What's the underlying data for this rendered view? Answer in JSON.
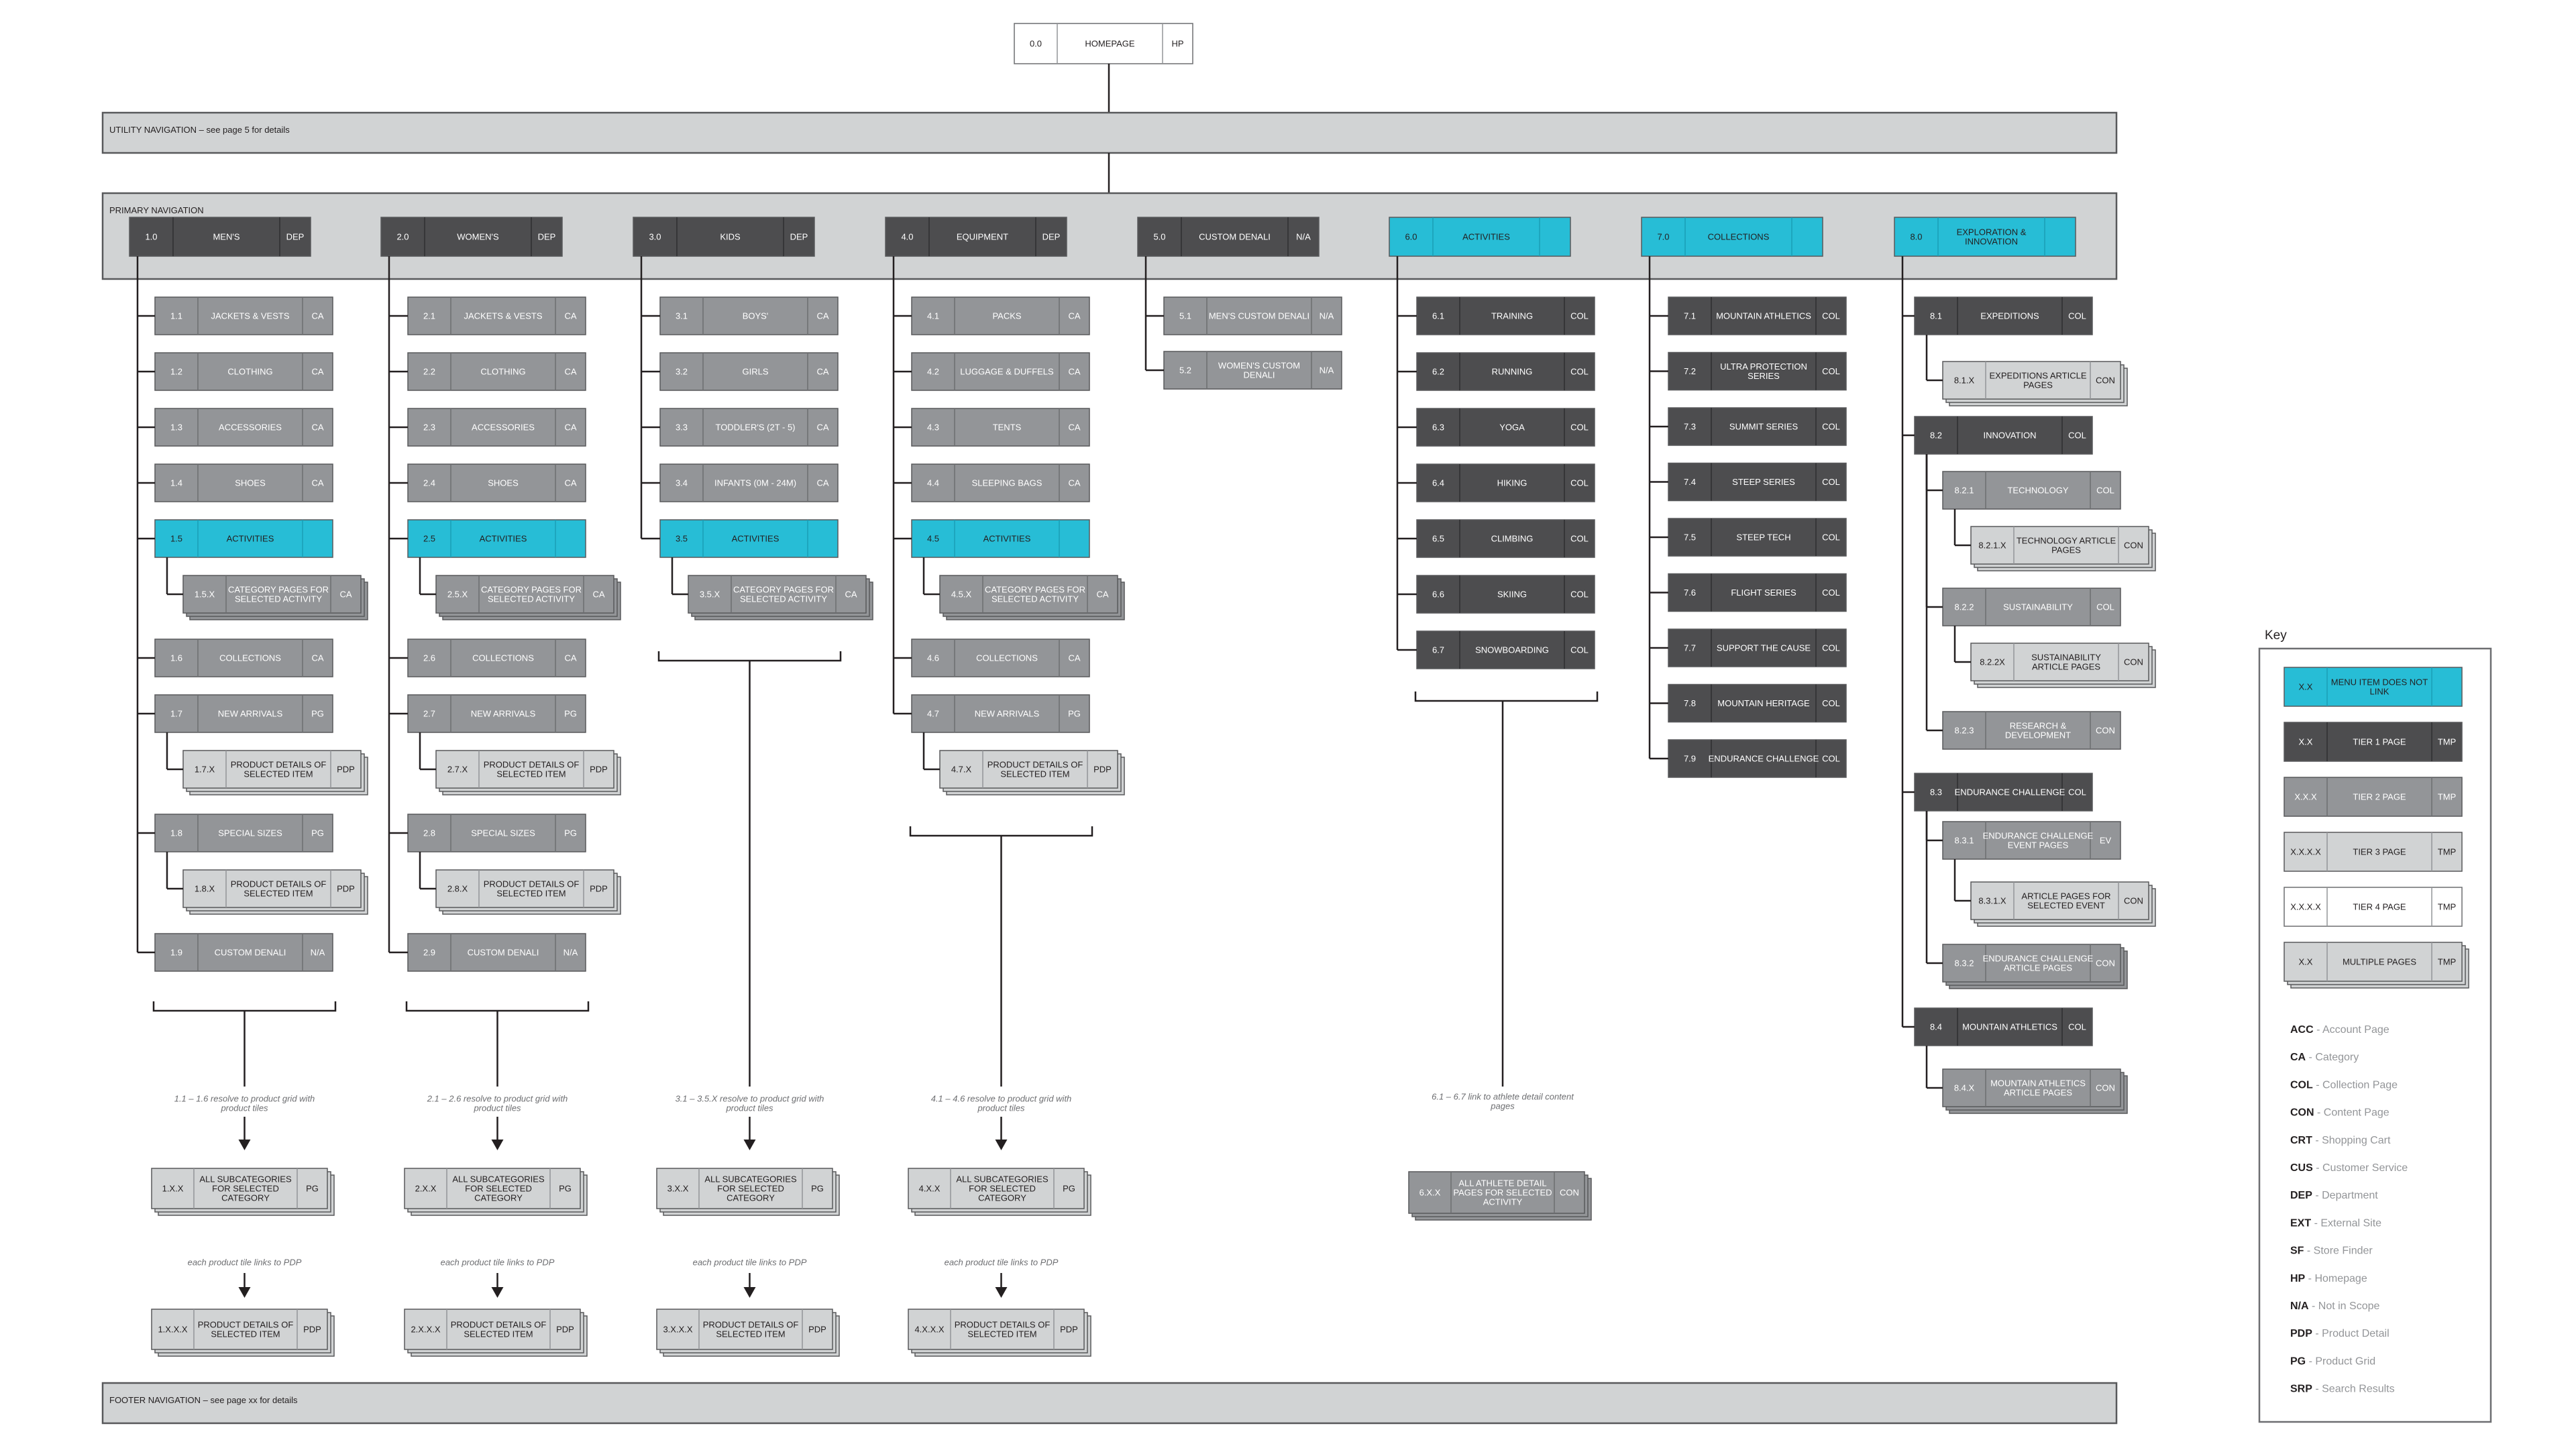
{
  "homepage": {
    "num": "0.0",
    "label": "HOMEPAGE",
    "type": "HP"
  },
  "utility_nav": {
    "label": "UTILITY NAVIGATION – see page 5 for details"
  },
  "primary_nav": {
    "label": "PRIMARY NAVIGATION"
  },
  "footer_nav": {
    "label": "FOOTER NAVIGATION – see page xx for details"
  },
  "colors": {
    "dark": "#4d4d4f",
    "mid": "#939598",
    "light": "#d1d3d4",
    "cyan": "#27bdd6",
    "band": "#d1d3d4",
    "line": "#231f20",
    "white": "#ffffff"
  },
  "departments": [
    {
      "num": "1.0",
      "label": "MEN'S",
      "type": "DEP",
      "style": "dark",
      "children": [
        {
          "num": "1.1",
          "label": "JACKETS & VESTS",
          "type": "CA",
          "style": "mid"
        },
        {
          "num": "1.2",
          "label": "CLOTHING",
          "type": "CA",
          "style": "mid"
        },
        {
          "num": "1.3",
          "label": "ACCESSORIES",
          "type": "CA",
          "style": "mid"
        },
        {
          "num": "1.4",
          "label": "SHOES",
          "type": "CA",
          "style": "mid"
        },
        {
          "num": "1.5",
          "label": "ACTIVITIES",
          "type": "",
          "style": "cyan"
        },
        {
          "num": "1.5.X",
          "label": "CATEGORY PAGES FOR SELECTED ACTIVITY",
          "type": "CA",
          "style": "mid",
          "level": 2,
          "stack": true
        },
        {
          "num": "1.6",
          "label": "COLLECTIONS",
          "type": "CA",
          "style": "mid"
        },
        {
          "num": "1.7",
          "label": "NEW ARRIVALS",
          "type": "PG",
          "style": "mid"
        },
        {
          "num": "1.7.X",
          "label": "PRODUCT DETAILS OF SELECTED ITEM",
          "type": "PDP",
          "style": "light",
          "level": 2,
          "stack": true
        },
        {
          "num": "1.8",
          "label": "SPECIAL SIZES",
          "type": "PG",
          "style": "mid"
        },
        {
          "num": "1.8.X",
          "label": "PRODUCT DETAILS OF SELECTED ITEM",
          "type": "PDP",
          "style": "light",
          "level": 2,
          "stack": true
        },
        {
          "num": "1.9",
          "label": "CUSTOM DENALI",
          "type": "N/A",
          "style": "mid"
        }
      ],
      "note": "1.1 – 1.6 resolve to product grid with product tiles",
      "grid": {
        "num": "1.X.X",
        "label": "ALL SUBCATEGORIES FOR SELECTED CATEGORY",
        "type": "PG"
      },
      "grid_note": "each product tile links to PDP",
      "pdp": {
        "num": "1.X.X.X",
        "label": "PRODUCT DETAILS OF SELECTED ITEM",
        "type": "PDP"
      }
    },
    {
      "num": "2.0",
      "label": "WOMEN'S",
      "type": "DEP",
      "style": "dark",
      "children": [
        {
          "num": "2.1",
          "label": "JACKETS & VESTS",
          "type": "CA",
          "style": "mid"
        },
        {
          "num": "2.2",
          "label": "CLOTHING",
          "type": "CA",
          "style": "mid"
        },
        {
          "num": "2.3",
          "label": "ACCESSORIES",
          "type": "CA",
          "style": "mid"
        },
        {
          "num": "2.4",
          "label": "SHOES",
          "type": "CA",
          "style": "mid"
        },
        {
          "num": "2.5",
          "label": "ACTIVITIES",
          "type": "",
          "style": "cyan"
        },
        {
          "num": "2.5.X",
          "label": "CATEGORY PAGES FOR SELECTED ACTIVITY",
          "type": "CA",
          "style": "mid",
          "level": 2,
          "stack": true
        },
        {
          "num": "2.6",
          "label": "COLLECTIONS",
          "type": "CA",
          "style": "mid"
        },
        {
          "num": "2.7",
          "label": "NEW ARRIVALS",
          "type": "PG",
          "style": "mid"
        },
        {
          "num": "2.7.X",
          "label": "PRODUCT DETAILS OF SELECTED ITEM",
          "type": "PDP",
          "style": "light",
          "level": 2,
          "stack": true
        },
        {
          "num": "2.8",
          "label": "SPECIAL SIZES",
          "type": "PG",
          "style": "mid"
        },
        {
          "num": "2.8.X",
          "label": "PRODUCT DETAILS OF SELECTED ITEM",
          "type": "PDP",
          "style": "light",
          "level": 2,
          "stack": true
        },
        {
          "num": "2.9",
          "label": "CUSTOM DENALI",
          "type": "N/A",
          "style": "mid"
        }
      ],
      "note": "2.1 – 2.6 resolve to product grid with product tiles",
      "grid": {
        "num": "2.X.X",
        "label": "ALL SUBCATEGORIES FOR SELECTED CATEGORY",
        "type": "PG"
      },
      "grid_note": "each product tile links to PDP",
      "pdp": {
        "num": "2.X.X.X",
        "label": "PRODUCT DETAILS OF SELECTED ITEM",
        "type": "PDP"
      }
    },
    {
      "num": "3.0",
      "label": "KIDS",
      "type": "DEP",
      "style": "dark",
      "children": [
        {
          "num": "3.1",
          "label": "BOYS'",
          "type": "CA",
          "style": "mid"
        },
        {
          "num": "3.2",
          "label": "GIRLS",
          "type": "CA",
          "style": "mid"
        },
        {
          "num": "3.3",
          "label": "TODDLER'S (2T - 5)",
          "type": "CA",
          "style": "mid"
        },
        {
          "num": "3.4",
          "label": "INFANTS (0M - 24M)",
          "type": "CA",
          "style": "mid"
        },
        {
          "num": "3.5",
          "label": "ACTIVITIES",
          "type": "",
          "style": "cyan"
        },
        {
          "num": "3.5.X",
          "label": "CATEGORY PAGES FOR SELECTED ACTIVITY",
          "type": "CA",
          "style": "mid",
          "level": 2,
          "stack": true
        }
      ],
      "note": "3.1 – 3.5.X resolve to product grid with product tiles",
      "grid": {
        "num": "3.X.X",
        "label": "ALL SUBCATEGORIES FOR SELECTED CATEGORY",
        "type": "PG"
      },
      "grid_note": "each product tile links to PDP",
      "pdp": {
        "num": "3.X.X.X",
        "label": "PRODUCT DETAILS OF SELECTED ITEM",
        "type": "PDP"
      }
    },
    {
      "num": "4.0",
      "label": "EQUIPMENT",
      "type": "DEP",
      "style": "dark",
      "children": [
        {
          "num": "4.1",
          "label": "PACKS",
          "type": "CA",
          "style": "mid"
        },
        {
          "num": "4.2",
          "label": "LUGGAGE & DUFFELS",
          "type": "CA",
          "style": "mid"
        },
        {
          "num": "4.3",
          "label": "TENTS",
          "type": "CA",
          "style": "mid"
        },
        {
          "num": "4.4",
          "label": "SLEEPING BAGS",
          "type": "CA",
          "style": "mid"
        },
        {
          "num": "4.5",
          "label": "ACTIVITIES",
          "type": "",
          "style": "cyan"
        },
        {
          "num": "4.5.X",
          "label": "CATEGORY PAGES FOR SELECTED ACTIVITY",
          "type": "CA",
          "style": "mid",
          "level": 2,
          "stack": true
        },
        {
          "num": "4.6",
          "label": "COLLECTIONS",
          "type": "CA",
          "style": "mid"
        },
        {
          "num": "4.7",
          "label": "NEW ARRIVALS",
          "type": "PG",
          "style": "mid"
        },
        {
          "num": "4.7.X",
          "label": "PRODUCT DETAILS OF SELECTED ITEM",
          "type": "PDP",
          "style": "light",
          "level": 2,
          "stack": true
        }
      ],
      "note": "4.1 – 4.6 resolve to product grid with product tiles",
      "grid": {
        "num": "4.X.X",
        "label": "ALL SUBCATEGORIES FOR SELECTED CATEGORY",
        "type": "PG"
      },
      "grid_note": "each product tile links to PDP",
      "pdp": {
        "num": "4.X.X.X",
        "label": "PRODUCT DETAILS OF SELECTED ITEM",
        "type": "PDP"
      }
    },
    {
      "num": "5.0",
      "label": "CUSTOM DENALI",
      "type": "N/A",
      "style": "dark",
      "children": [
        {
          "num": "5.1",
          "label": "MEN'S CUSTOM DENALI",
          "type": "N/A",
          "style": "mid"
        },
        {
          "num": "5.2",
          "label": "WOMEN'S CUSTOM DENALI",
          "type": "N/A",
          "style": "mid"
        }
      ]
    },
    {
      "num": "6.0",
      "label": "ACTIVITIES",
      "type": "",
      "style": "cyan",
      "children": [
        {
          "num": "6.1",
          "label": "TRAINING",
          "type": "COL",
          "style": "dark"
        },
        {
          "num": "6.2",
          "label": "RUNNING",
          "type": "COL",
          "style": "dark"
        },
        {
          "num": "6.3",
          "label": "YOGA",
          "type": "COL",
          "style": "dark"
        },
        {
          "num": "6.4",
          "label": "HIKING",
          "type": "COL",
          "style": "dark"
        },
        {
          "num": "6.5",
          "label": "CLIMBING",
          "type": "COL",
          "style": "dark"
        },
        {
          "num": "6.6",
          "label": "SKIING",
          "type": "COL",
          "style": "dark"
        },
        {
          "num": "6.7",
          "label": "SNOWBOARDING",
          "type": "COL",
          "style": "dark"
        }
      ],
      "note": "6.1 – 6.7 link to athlete detail content pages",
      "grid": {
        "num": "6.X.X",
        "label": "ALL ATHLETE DETAIL PAGES FOR SELECTED ACTIVITY",
        "type": "CON",
        "style": "mid"
      }
    },
    {
      "num": "7.0",
      "label": "COLLECTIONS",
      "type": "",
      "style": "cyan",
      "children": [
        {
          "num": "7.1",
          "label": "MOUNTAIN ATHLETICS",
          "type": "COL",
          "style": "dark"
        },
        {
          "num": "7.2",
          "label": "ULTRA PROTECTION SERIES",
          "type": "COL",
          "style": "dark"
        },
        {
          "num": "7.3",
          "label": "SUMMIT SERIES",
          "type": "COL",
          "style": "dark"
        },
        {
          "num": "7.4",
          "label": "STEEP SERIES",
          "type": "COL",
          "style": "dark"
        },
        {
          "num": "7.5",
          "label": "STEEP TECH",
          "type": "COL",
          "style": "dark"
        },
        {
          "num": "7.6",
          "label": "FLIGHT SERIES",
          "type": "COL",
          "style": "dark"
        },
        {
          "num": "7.7",
          "label": "SUPPORT THE CAUSE",
          "type": "COL",
          "style": "dark"
        },
        {
          "num": "7.8",
          "label": "MOUNTAIN HERITAGE",
          "type": "COL",
          "style": "dark"
        },
        {
          "num": "7.9",
          "label": "ENDURANCE CHALLENGE",
          "type": "COL",
          "style": "dark"
        }
      ]
    },
    {
      "num": "8.0",
      "label": "EXPLORATION & INNOVATION",
      "type": "",
      "style": "cyan",
      "children": [
        {
          "num": "8.1",
          "label": "EXPEDITIONS",
          "type": "COL",
          "style": "dark",
          "level": 1
        },
        {
          "num": "8.1.X",
          "label": "EXPEDITIONS ARTICLE PAGES",
          "type": "CON",
          "style": "light",
          "level": 2,
          "stack": true
        },
        {
          "num": "8.2",
          "label": "INNOVATION",
          "type": "COL",
          "style": "dark",
          "level": 1
        },
        {
          "num": "8.2.1",
          "label": "TECHNOLOGY",
          "type": "COL",
          "style": "mid",
          "level": 2
        },
        {
          "num": "8.2.1.X",
          "label": "TECHNOLOGY ARTICLE PAGES",
          "type": "CON",
          "style": "light",
          "level": 3,
          "stack": true
        },
        {
          "num": "8.2.2",
          "label": "SUSTAINABILITY",
          "type": "COL",
          "style": "mid",
          "level": 2
        },
        {
          "num": "8.2.2X",
          "label": "SUSTAINABILITY ARTICLE PAGES",
          "type": "CON",
          "style": "light",
          "level": 3,
          "stack": true
        },
        {
          "num": "8.2.3",
          "label": "RESEARCH & DEVELOPMENT",
          "type": "CON",
          "style": "mid",
          "level": 2
        },
        {
          "num": "8.3",
          "label": "ENDURANCE CHALLENGE",
          "type": "COL",
          "style": "dark",
          "level": 1
        },
        {
          "num": "8.3.1",
          "label": "ENDURANCE CHALLENGE EVENT PAGES",
          "type": "EV",
          "style": "mid",
          "level": 2
        },
        {
          "num": "8.3.1.X",
          "label": "ARTICLE PAGES FOR SELECTED EVENT",
          "type": "CON",
          "style": "light",
          "level": 3,
          "stack": true
        },
        {
          "num": "8.3.2",
          "label": "ENDURANCE CHALLENGE ARTICLE PAGES",
          "type": "CON",
          "style": "mid",
          "level": 2,
          "stack": true
        },
        {
          "num": "8.4",
          "label": "MOUNTAIN ATHLETICS",
          "type": "COL",
          "style": "dark",
          "level": 1
        },
        {
          "num": "8.4.X",
          "label": "MOUNTAIN ATHLETICS ARTICLE PAGES",
          "type": "CON",
          "style": "mid",
          "level": 2,
          "stack": true
        }
      ]
    }
  ],
  "key": {
    "title": "Key",
    "swatches": [
      {
        "num": "X.X",
        "label": "MENU ITEM DOES NOT LINK",
        "type": "",
        "style": "cyan"
      },
      {
        "num": "X.X",
        "label": "TIER 1 PAGE",
        "type": "TMP",
        "style": "dark"
      },
      {
        "num": "X.X.X",
        "label": "TIER 2 PAGE",
        "type": "TMP",
        "style": "mid"
      },
      {
        "num": "X.X.X.X",
        "label": "TIER 3 PAGE",
        "type": "TMP",
        "style": "light"
      },
      {
        "num": "X.X.X.X",
        "label": "TIER 4 PAGE",
        "type": "TMP",
        "style": "white"
      },
      {
        "num": "X.X",
        "label": "MULTIPLE PAGES",
        "type": "TMP",
        "style": "light",
        "stack": true
      }
    ],
    "abbreviations": [
      {
        "abbr": "ACC",
        "desc": "Account Page"
      },
      {
        "abbr": "CA",
        "desc": "Category"
      },
      {
        "abbr": "COL",
        "desc": "Collection Page"
      },
      {
        "abbr": "CON",
        "desc": "Content Page"
      },
      {
        "abbr": "CRT",
        "desc": "Shopping Cart"
      },
      {
        "abbr": "CUS",
        "desc": "Customer Service"
      },
      {
        "abbr": "DEP",
        "desc": "Department"
      },
      {
        "abbr": "EXT",
        "desc": "External Site"
      },
      {
        "abbr": "SF",
        "desc": "Store Finder"
      },
      {
        "abbr": "HP",
        "desc": "Homepage"
      },
      {
        "abbr": "N/A",
        "desc": "Not in Scope"
      },
      {
        "abbr": "PDP",
        "desc": "Product Detail"
      },
      {
        "abbr": "PG",
        "desc": "Product Grid"
      },
      {
        "abbr": "SRP",
        "desc": "Search Results"
      }
    ]
  }
}
